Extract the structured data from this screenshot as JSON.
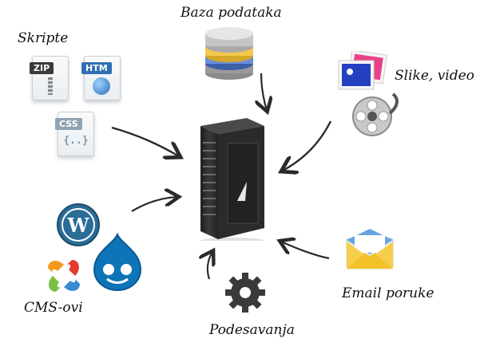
{
  "diagram": {
    "center": {
      "name": "server",
      "icon": "server-rack-icon"
    },
    "nodes": {
      "database": {
        "label": "Baza podataka",
        "icon": "database-icon"
      },
      "scripts": {
        "label": "Skripte",
        "files": [
          {
            "text": "ZIP",
            "icon": "zip-file-icon",
            "color": "#3a3a3a"
          },
          {
            "text": "HTM",
            "icon": "html-file-icon",
            "color": "#2f6fb2"
          },
          {
            "text": "CSS",
            "icon": "css-file-icon",
            "color": "#8fa3b4",
            "body": "{..}"
          }
        ]
      },
      "media": {
        "label": "Slike, video",
        "icons": [
          "photo-icon",
          "film-reel-icon"
        ]
      },
      "cms": {
        "label": "CMS-ovi",
        "icons": [
          "wordpress-logo",
          "joomla-logo",
          "drupal-logo"
        ]
      },
      "settings": {
        "label": "Podesavanja",
        "icon": "gear-icon"
      },
      "email": {
        "label": "Email poruke",
        "icon": "envelope-icon"
      }
    },
    "colors": {
      "arrow": "#2a2a2a",
      "server": "#2b2b2b",
      "wordpress": "#2a6d97",
      "joomla_orange": "#f39a1e",
      "joomla_red": "#e23a2e",
      "joomla_green": "#7ac043",
      "joomla_blue": "#3a8ad1",
      "drupal": "#0d74b8"
    }
  }
}
